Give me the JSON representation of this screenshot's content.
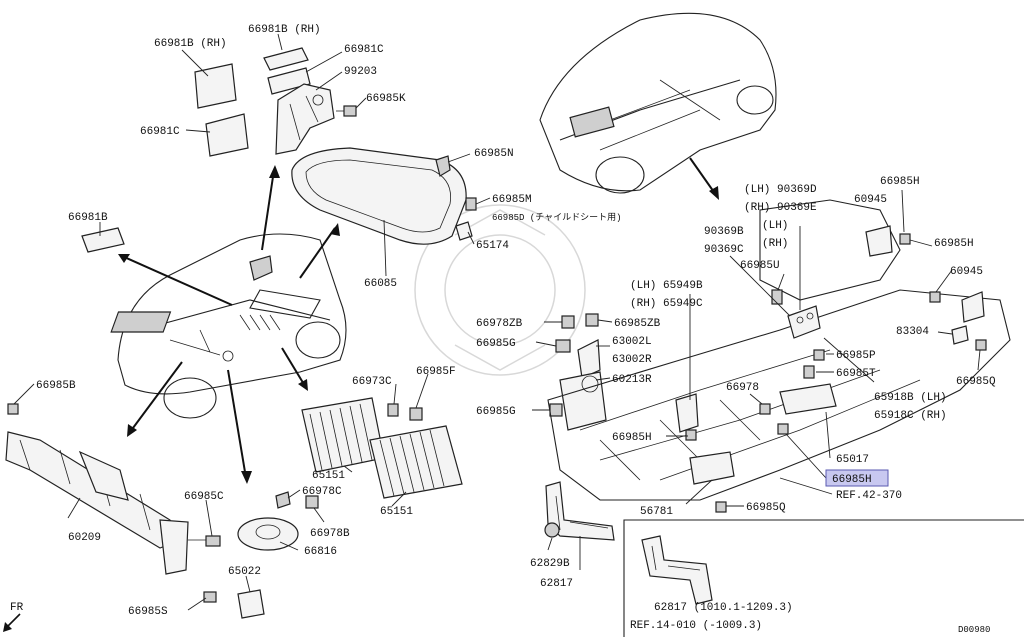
{
  "colors": {
    "highlight": "#c8c8f0",
    "ink": "#222222"
  },
  "labels": {
    "p66981b_rh_a": "66981B (RH)",
    "p66981b_rh_b": "66981B (RH)",
    "p66981c_a": "66981C",
    "p99203": "99203",
    "p66985k": "66985K",
    "p66981c_b": "66981C",
    "p66985n": "66985N",
    "p66985m": "66985M",
    "p66985d": "66985D (チャイルドシート用)",
    "p65174": "65174",
    "p66981b": "66981B",
    "p66085": "66085",
    "p66985b": "66985B",
    "p66973c": "66973C",
    "p66985f": "66985F",
    "p65151_a": "65151",
    "p65151_b": "65151",
    "p66985c": "66985C",
    "p66978c": "66978C",
    "p66978b": "66978B",
    "p66816": "66816",
    "p60209": "60209",
    "p65022": "65022",
    "p66985s": "66985S",
    "fr": "FR",
    "lh90369d": "(LH) 90369D",
    "rh90369e": "(RH) 90369E",
    "p66985h_top": "66985H",
    "p60945_a": "60945",
    "p66985h_r": "66985H",
    "p90369b": "90369B",
    "p90369c": "90369C",
    "lh": "(LH)",
    "rh": "(RH)",
    "p66985u": "66985U",
    "p60945_b": "60945",
    "lh65949b": "(LH) 65949B",
    "rh65949c": "(RH) 65949C",
    "p83304": "83304",
    "p66978zb": "66978ZB",
    "p66985zb": "66985ZB",
    "p66985g_a": "66985G",
    "p63002l": "63002L",
    "p63002r": "63002R",
    "p66985p": "66985P",
    "p66985q_r": "66985Q",
    "p66985t": "66985T",
    "p60213r": "60213R",
    "p66978": "66978",
    "p65918b": "65918B (LH)",
    "p65918c": "65918C (RH)",
    "p66985g_b": "66985G",
    "p66985h_mid": "66985H",
    "p65017": "65017",
    "p66985h_hl": "66985H",
    "ref42": "REF.42-370",
    "p56781": "56781",
    "p66985q_b": "66985Q",
    "p62829b": "62829B",
    "p62817": "62817",
    "inset_caption": "62817 (1010.1-1209.3)",
    "inset_ref": "REF.14-010 (-1009.3)",
    "code": "D00980"
  }
}
